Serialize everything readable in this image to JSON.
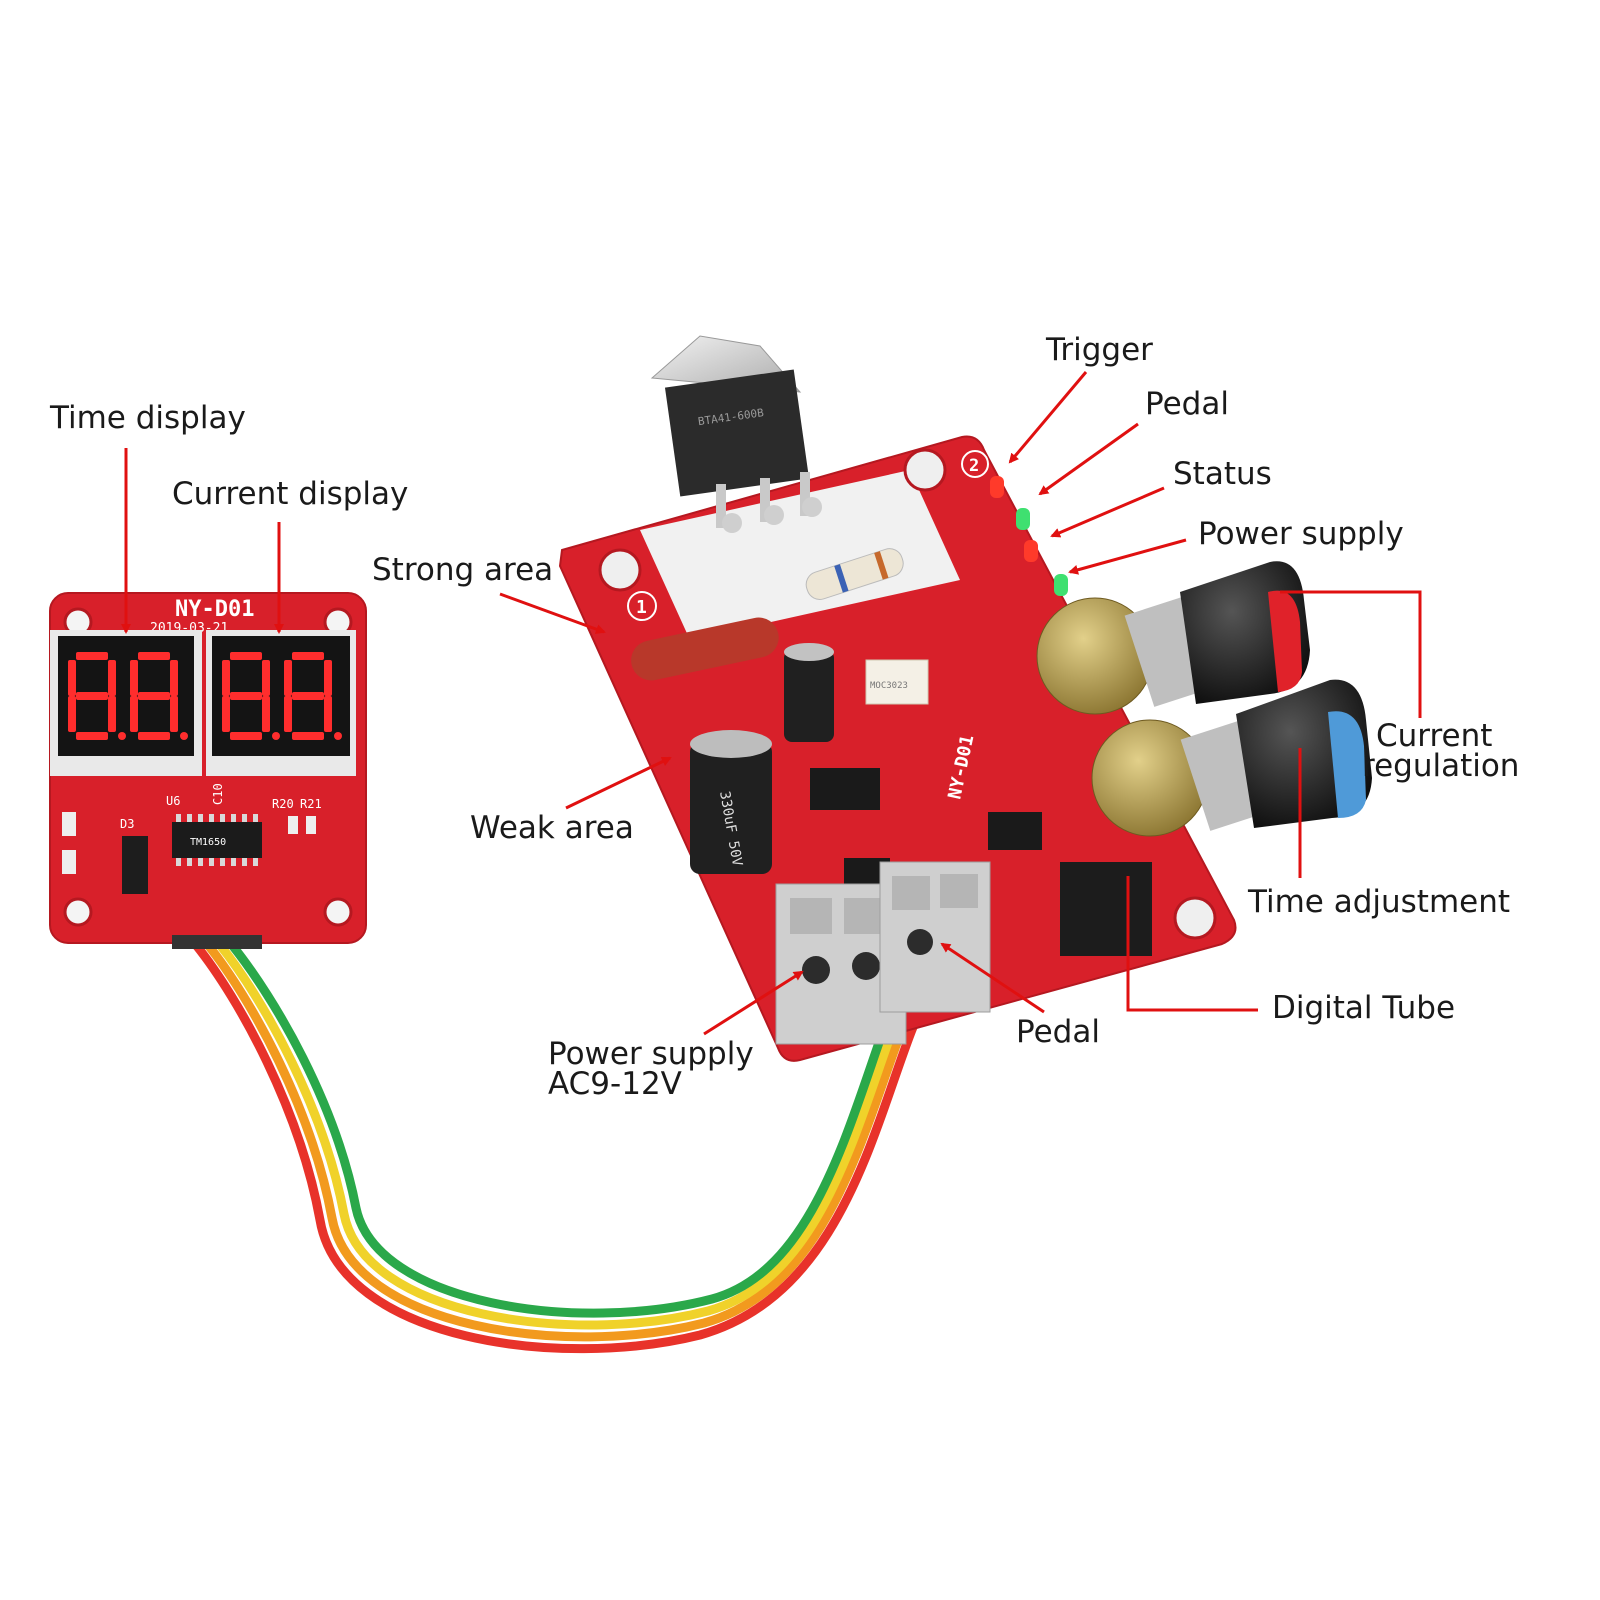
{
  "display_board": {
    "model": "NY-D01",
    "date": "2019-03-21",
    "chip": "TM1650",
    "refs": {
      "u6": "U6",
      "c10": "C10",
      "r20": "R20",
      "r21": "R21",
      "d3": "D3"
    },
    "digits_time": "88",
    "digits_current": "88"
  },
  "main_board": {
    "model_vertical": "NY-D01",
    "cap_label": "330uF 50V",
    "triac_label": "BTA41-600B",
    "opto_label": "MOC3023",
    "circle_1": "1",
    "circle_2": "2"
  },
  "labels": {
    "time_display": "Time display",
    "current_display": "Current display",
    "strong_area": "Strong area",
    "weak_area": "Weak area",
    "trigger": "Trigger",
    "pedal_top": "Pedal",
    "status": "Status",
    "power_supply_top": "Power supply",
    "current_regulation_1": "Current",
    "current_regulation_2": "regulation",
    "time_adjustment": "Time adjustment",
    "digital_tube": "Digital Tube",
    "pedal_bottom": "Pedal",
    "power_supply_bottom_1": "Power supply",
    "power_supply_bottom_2": "AC9-12V"
  },
  "colors": {
    "pcb": "#d8202a",
    "label_arrow": "#e01010",
    "wire_red": "#e8322a",
    "wire_orange": "#f29a1e",
    "wire_yellow": "#f0d22a",
    "wire_green": "#2aa84a"
  }
}
